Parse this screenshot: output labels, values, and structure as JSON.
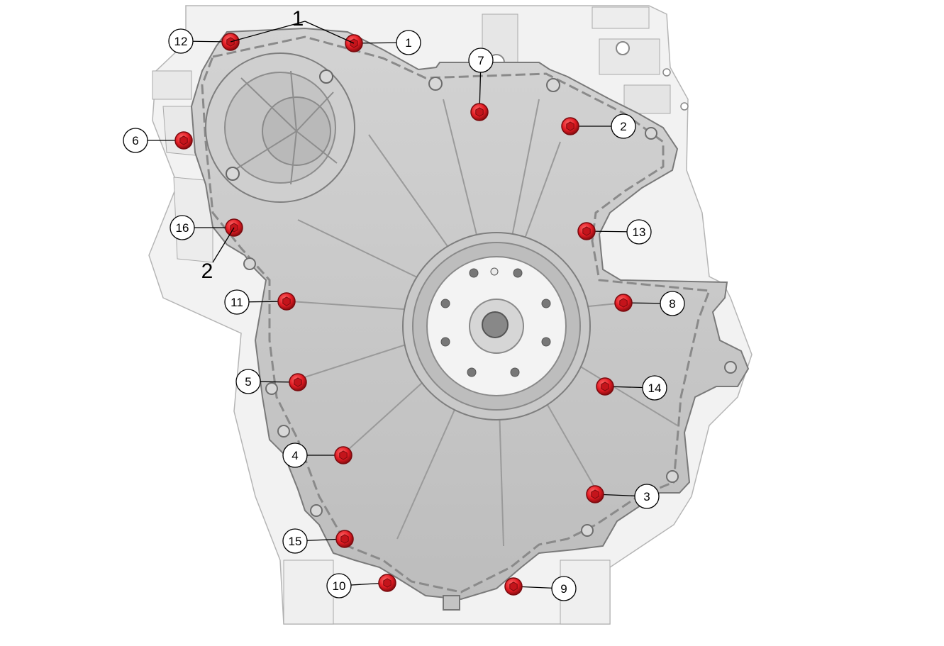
{
  "diagram": {
    "type": "engine-front-cover-bolt-tightening-sequence",
    "colors": {
      "cover_fill": "#c7c7c7",
      "cover_rib": "#9a9a9a",
      "engine_block": "#f1f1f1",
      "bolt_red": "#e21b23",
      "callout_circle": "#ffffff",
      "text": "#000000"
    },
    "parts": [
      {
        "id": "p1",
        "label": "1"
      },
      {
        "id": "p2",
        "label": "2"
      }
    ],
    "bolts": [
      {
        "seq": "1"
      },
      {
        "seq": "2"
      },
      {
        "seq": "3"
      },
      {
        "seq": "4"
      },
      {
        "seq": "5"
      },
      {
        "seq": "6"
      },
      {
        "seq": "7"
      },
      {
        "seq": "8"
      },
      {
        "seq": "9"
      },
      {
        "seq": "10"
      },
      {
        "seq": "11"
      },
      {
        "seq": "12"
      },
      {
        "seq": "13"
      },
      {
        "seq": "14"
      },
      {
        "seq": "15"
      },
      {
        "seq": "16"
      }
    ]
  }
}
